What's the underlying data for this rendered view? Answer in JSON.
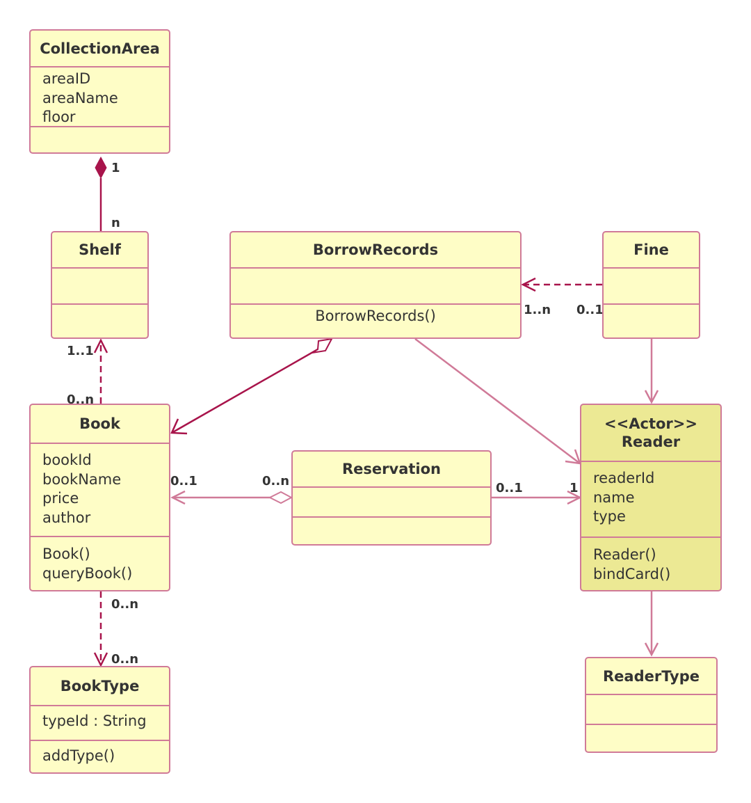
{
  "diagram": {
    "classes": {
      "collection_area": {
        "name": "CollectionArea",
        "attributes": [
          "areaID",
          "areaName",
          "floor"
        ],
        "operations": []
      },
      "shelf": {
        "name": "Shelf",
        "attributes": [],
        "operations": []
      },
      "borrow_records": {
        "name": "BorrowRecords",
        "attributes": [],
        "operations": [
          "BorrowRecords()"
        ]
      },
      "fine": {
        "name": "Fine",
        "attributes": [],
        "operations": []
      },
      "book": {
        "name": "Book",
        "attributes": [
          "bookId",
          "bookName",
          "price",
          "author"
        ],
        "operations": [
          "Book()",
          "queryBook()"
        ]
      },
      "reservation": {
        "name": "Reservation",
        "attributes": [],
        "operations": []
      },
      "reader": {
        "stereotype": "<<Actor>>",
        "name": "Reader",
        "attributes": [
          "readerId",
          "name",
          "type"
        ],
        "operations": [
          "Reader()",
          "bindCard()"
        ]
      },
      "book_type": {
        "name": "BookType",
        "attributes": [
          "typeId : String"
        ],
        "operations": [
          "addType()"
        ]
      },
      "reader_type": {
        "name": "ReaderType",
        "attributes": [],
        "operations": []
      }
    },
    "relationships": [
      {
        "id": "collectionarea-shelf",
        "type": "composition",
        "from": "CollectionArea",
        "to": "Shelf",
        "from_multiplicity": "1",
        "to_multiplicity": "n"
      },
      {
        "id": "book-shelf",
        "type": "dependency",
        "from": "Book",
        "to": "Shelf",
        "from_multiplicity": "0..n",
        "to_multiplicity": "1..1"
      },
      {
        "id": "fine-borrowrecords",
        "type": "dependency",
        "from": "Fine",
        "to": "BorrowRecords",
        "from_multiplicity": "0..1",
        "to_multiplicity": "1..n"
      },
      {
        "id": "borrowrecords-book",
        "type": "aggregation",
        "from": "BorrowRecords",
        "to": "Book"
      },
      {
        "id": "borrowrecords-reader",
        "type": "association",
        "from": "BorrowRecords",
        "to": "Reader"
      },
      {
        "id": "fine-reader",
        "type": "association",
        "from": "Fine",
        "to": "Reader"
      },
      {
        "id": "reservation-book",
        "type": "aggregation",
        "from": "Reservation",
        "to": "Book",
        "from_multiplicity": "0..n",
        "to_multiplicity": "0..1"
      },
      {
        "id": "reservation-reader",
        "type": "association",
        "from": "Reservation",
        "to": "Reader",
        "from_multiplicity": "0..1",
        "to_multiplicity": "1"
      },
      {
        "id": "book-booktype",
        "type": "dependency",
        "from": "Book",
        "to": "BookType",
        "from_multiplicity": "0..n",
        "to_multiplicity": "0..n"
      },
      {
        "id": "reader-readertype",
        "type": "association",
        "from": "Reader",
        "to": "ReaderType"
      }
    ]
  },
  "colors": {
    "class_fill": "#fefdc6",
    "actor_fill": "#ece994",
    "class_border": "#d07a98",
    "strong_line": "#a8144b",
    "light_line": "#d07a98",
    "text": "#333333"
  }
}
